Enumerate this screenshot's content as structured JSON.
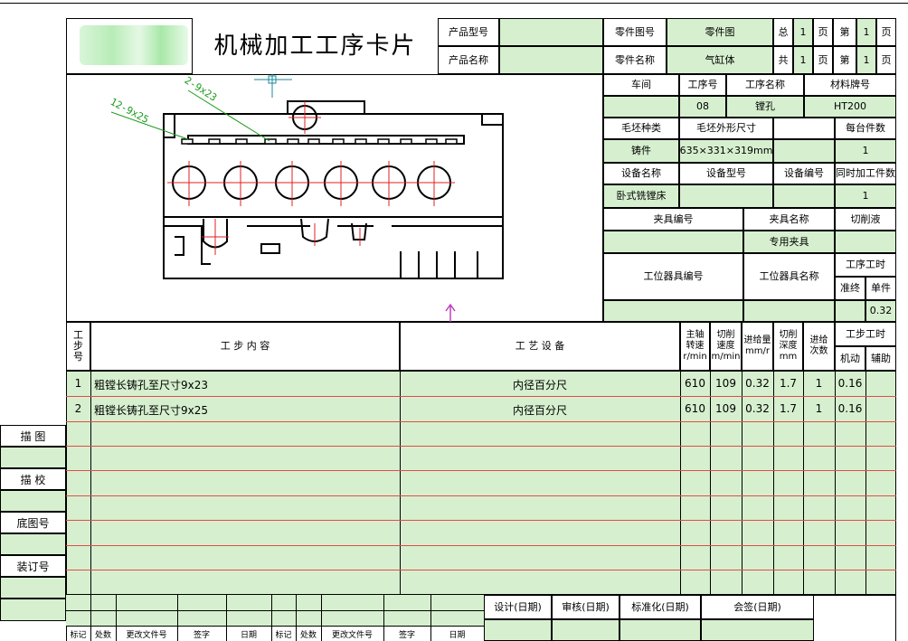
{
  "header": {
    "card_title": "机械加工工序卡片",
    "product_model_label": "产品型号",
    "product_name_label": "产品名称",
    "part_drawing_no_label": "零件图号",
    "part_drawing_no_value": "零件图",
    "part_name_label": "零件名称",
    "part_name_value": "气缸体",
    "total_label": "总",
    "total_value": "1",
    "page_unit": "页",
    "page_label": "第",
    "page_value": "1",
    "total2_label": "共",
    "total2_value": "1",
    "page2_value": "1"
  },
  "drawing": {
    "label_a": "2-9x23",
    "label_b": "12-9x25"
  },
  "info": {
    "workshop_label": "车间",
    "op_no_label": "工序号",
    "op_name_label": "工序名称",
    "material_label": "材料牌号",
    "op_no_value": "08",
    "op_name_value": "镗孔",
    "material_value": "HT200",
    "blank_type_label": "毛坯种类",
    "blank_size_label": "毛坯外形尺寸",
    "per_blank_label": "每台件数",
    "blank_type_value": "铸件",
    "blank_size_value": "635×331×319mm",
    "per_blank_value": "1",
    "equip_name_label": "设备名称",
    "equip_model_label": "设备型号",
    "equip_no_label": "设备编号",
    "concurrent_label": "同时加工件数",
    "equip_name_value": "卧式铣镗床",
    "concurrent_value": "1",
    "fixture_no_label": "夹具编号",
    "fixture_name_label": "夹具名称",
    "coolant_label": "切削液",
    "fixture_name_value": "专用夹具",
    "tool_no_label": "工位器具编号",
    "tool_name_label": "工位器具名称",
    "op_time_label": "工序工时",
    "prep_label": "准终",
    "unit_label": "单件",
    "unit_value": "0.32"
  },
  "steps": {
    "step_no_label": "工\n步\n号",
    "content_label": "工 步 内 容",
    "equipment_label": "工 艺 设 备",
    "spindle_label": "主轴\n转速\nr/min",
    "cut_speed_label": "切削\n速度\nm/min",
    "feed_label": "进给量\nmm/r",
    "depth_label": "切削\n深度\nmm",
    "passes_label": "进给\n次数",
    "step_time_label": "工步工时",
    "machine_label": "机动",
    "aux_label": "辅助",
    "rows": [
      {
        "no": "1",
        "content": "粗镗长铸孔至尺寸9x23",
        "equipment": "内径百分尺",
        "spindle": "610",
        "speed": "109",
        "feed": "0.32",
        "depth": "1.7",
        "passes": "1",
        "machine": "0.16"
      },
      {
        "no": "2",
        "content": "粗镗长铸孔至尺寸9x25",
        "equipment": "内径百分尺",
        "spindle": "610",
        "speed": "109",
        "feed": "0.32",
        "depth": "1.7",
        "passes": "1",
        "machine": "0.16"
      }
    ]
  },
  "sidebar": {
    "trace": "描 图",
    "check": "描 校",
    "base_no": "底图号",
    "bind_no": "装订号"
  },
  "footer": {
    "design": "设计(日期)",
    "review": "审核(日期)",
    "standard": "标准化(日期)",
    "sign": "会签(日期)",
    "mark": "标记",
    "count": "处数",
    "change_doc": "更改文件号",
    "signature": "签字",
    "date": "日期"
  }
}
